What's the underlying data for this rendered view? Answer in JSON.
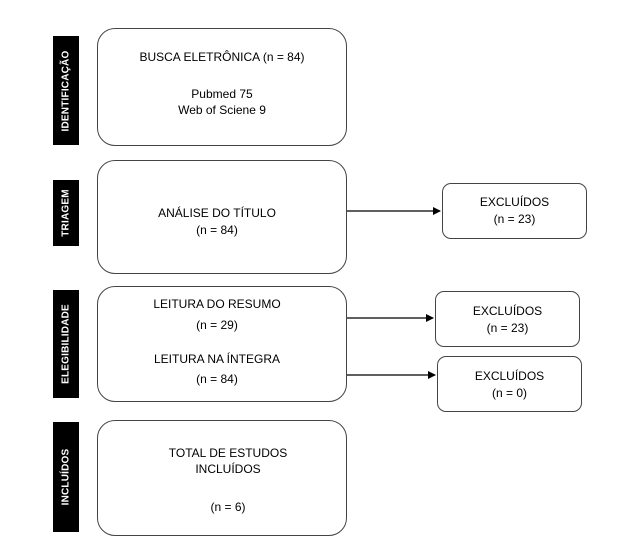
{
  "stages": {
    "identificacao": "IDENTIFICAÇÃO",
    "triagem": "TRIAGEM",
    "elegibilidade": "ELEGIBILIDADE",
    "incluidos": "INCLUÍDOS"
  },
  "identification_box": {
    "line1": "BUSCA ELETRÔNICA (n = 84)",
    "line2": "Pubmed 75",
    "line3": "Web of Sciene 9"
  },
  "screening_box": {
    "line1": "ANÁLISE DO TÍTULO",
    "line2": "(n = 84)"
  },
  "screening_excluded": {
    "line1": "EXCLUÍDOS",
    "line2": "(n =  23)"
  },
  "eligibility_box": {
    "line1": "LEITURA DO RESUMO",
    "line2": "(n = 29)",
    "line3": "LEITURA NA ÍNTEGRA",
    "line4": "(n = 84)"
  },
  "eligibility_excluded_1": {
    "line1": "EXCLUÍDOS",
    "line2": "(n =  23)"
  },
  "eligibility_excluded_2": {
    "line1": "EXCLUÍDOS",
    "line2": "(n =  0)"
  },
  "included_box": {
    "line1": "TOTAL DE ESTUDOS",
    "line2": "INCLUÍDOS",
    "line3": "(n = 6)"
  }
}
